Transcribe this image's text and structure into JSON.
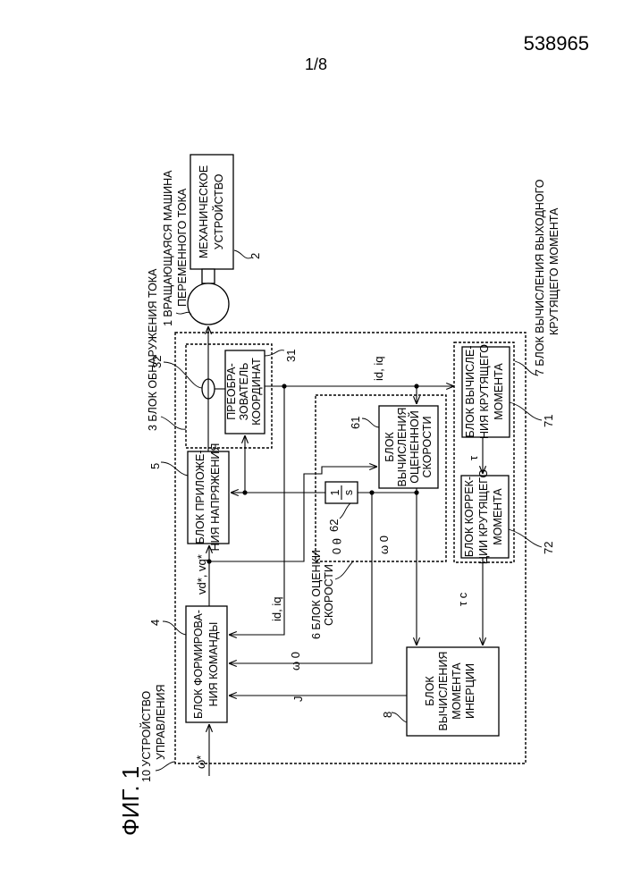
{
  "header": {
    "document_number": "538965",
    "page": "1/8"
  },
  "figure_label": "ФИГ. 1",
  "components": {
    "machine": {
      "ref": "1",
      "line1": "ВРАЩАЮЩАЯСЯ МАШИНА",
      "line2": "ПЕРЕМЕННОГО ТОКА"
    },
    "mechanical": {
      "ref": "2",
      "line1": "МЕХАНИЧЕСКОЕ",
      "line2": "УСТРОЙСТВО"
    },
    "current_detection": {
      "ref": "3",
      "label": "БЛОК ОБНАРУЖЕНИЯ ТОКА"
    },
    "coord_converter": {
      "ref": "31",
      "line1": "ПРЕОБРА-",
      "line2": "ЗОВАТЕЛЬ",
      "line3": "КООРДИНАТ"
    },
    "current_sensor": {
      "ref": "32"
    },
    "command_gen": {
      "ref": "4",
      "line1": "БЛОК ФОРМИРОВА-",
      "line2": "НИЯ КОМАНДЫ"
    },
    "voltage_apply": {
      "ref": "5",
      "line1": "БЛОК ПРИЛОЖЕ-",
      "line2": "НИЯ НАПРЯЖЕНИЯ"
    },
    "speed_est": {
      "ref": "6",
      "line1": "6 БЛОК ОЦЕНКИ",
      "line2": "СКОРОСТИ"
    },
    "speed_calc": {
      "ref": "61",
      "line1": "БЛОК",
      "line2": "ВЫЧИСЛЕНИЯ",
      "line3": "ОЦЕНЕННОЙ",
      "line4": "СКОРОСТИ"
    },
    "integrator": {
      "ref": "62",
      "num": "1",
      "den": "s"
    },
    "output_torque": {
      "ref": "7",
      "line1": "7 БЛОК ВЫЧИСЛЕНИЯ ВЫХОДНОГО",
      "line2": "КРУТЯЩЕГО МОМЕНТА"
    },
    "torque_calc": {
      "ref": "71",
      "line1": "БЛОК ВЫЧИСЛЕ-",
      "line2": "НИЯ КРУТЯЩЕГО",
      "line3": "МОМЕНТА"
    },
    "torque_corr": {
      "ref": "72",
      "line1": "БЛОК КОРРЕК-",
      "line2": "ЦИИ КРУТЯЩЕГО",
      "line3": "МОМЕНТА"
    },
    "inertia_calc": {
      "ref": "8",
      "line1": "БЛОК",
      "line2": "ВЫЧИСЛЕНИЯ",
      "line3": "МОМЕНТА",
      "line4": "ИНЕРЦИИ"
    },
    "controller": {
      "ref": "10",
      "line1": "10 УСТРОЙСТВО",
      "line2": "УПРАВЛЕНИЯ"
    }
  },
  "signals": {
    "omega_star": "ω*",
    "vdq_star": "vd*, vq*",
    "idq": "id, iq",
    "theta0": "θ 0",
    "omega0": "ω 0",
    "tau": "τ",
    "tau_c": "τ c",
    "J": "J"
  }
}
